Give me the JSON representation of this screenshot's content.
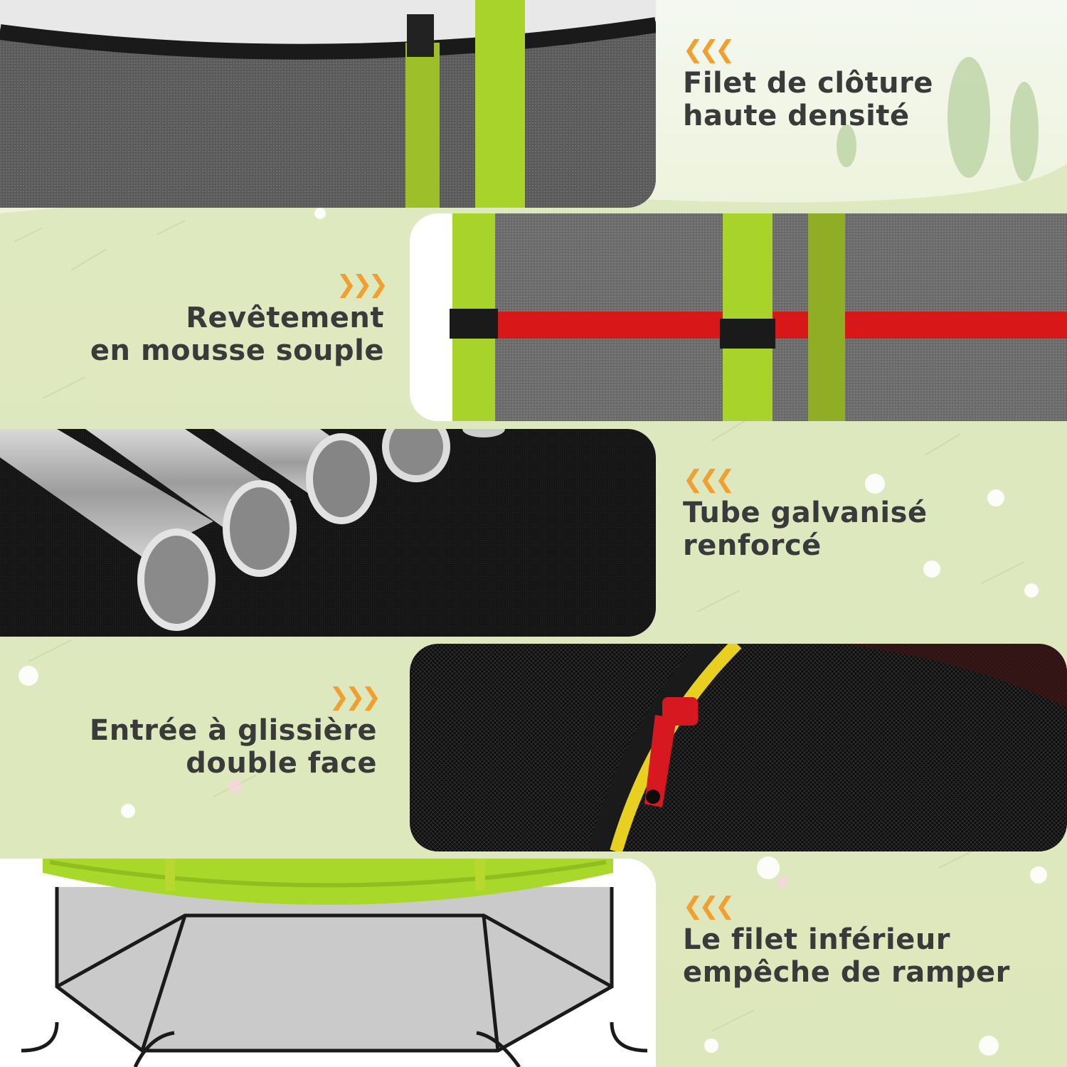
{
  "accent_color": "#f0a030",
  "features": [
    {
      "id": "net",
      "icon": "chevron-left-arrows-icon",
      "lines": [
        "Filet de clôture",
        "haute densité"
      ]
    },
    {
      "id": "foam",
      "icon": "chevron-right-arrows-icon",
      "lines": [
        "Revêtement",
        "en mousse souple"
      ]
    },
    {
      "id": "tube",
      "icon": "chevron-left-arrows-icon",
      "lines": [
        "Tube galvanisé",
        "renforcé"
      ]
    },
    {
      "id": "zip",
      "icon": "chevron-right-arrows-icon",
      "lines": [
        "Entrée à glissière",
        "double face"
      ]
    },
    {
      "id": "bottom",
      "icon": "chevron-left-arrows-icon",
      "lines": [
        "Le filet inférieur",
        "empêche de ramper"
      ]
    }
  ]
}
